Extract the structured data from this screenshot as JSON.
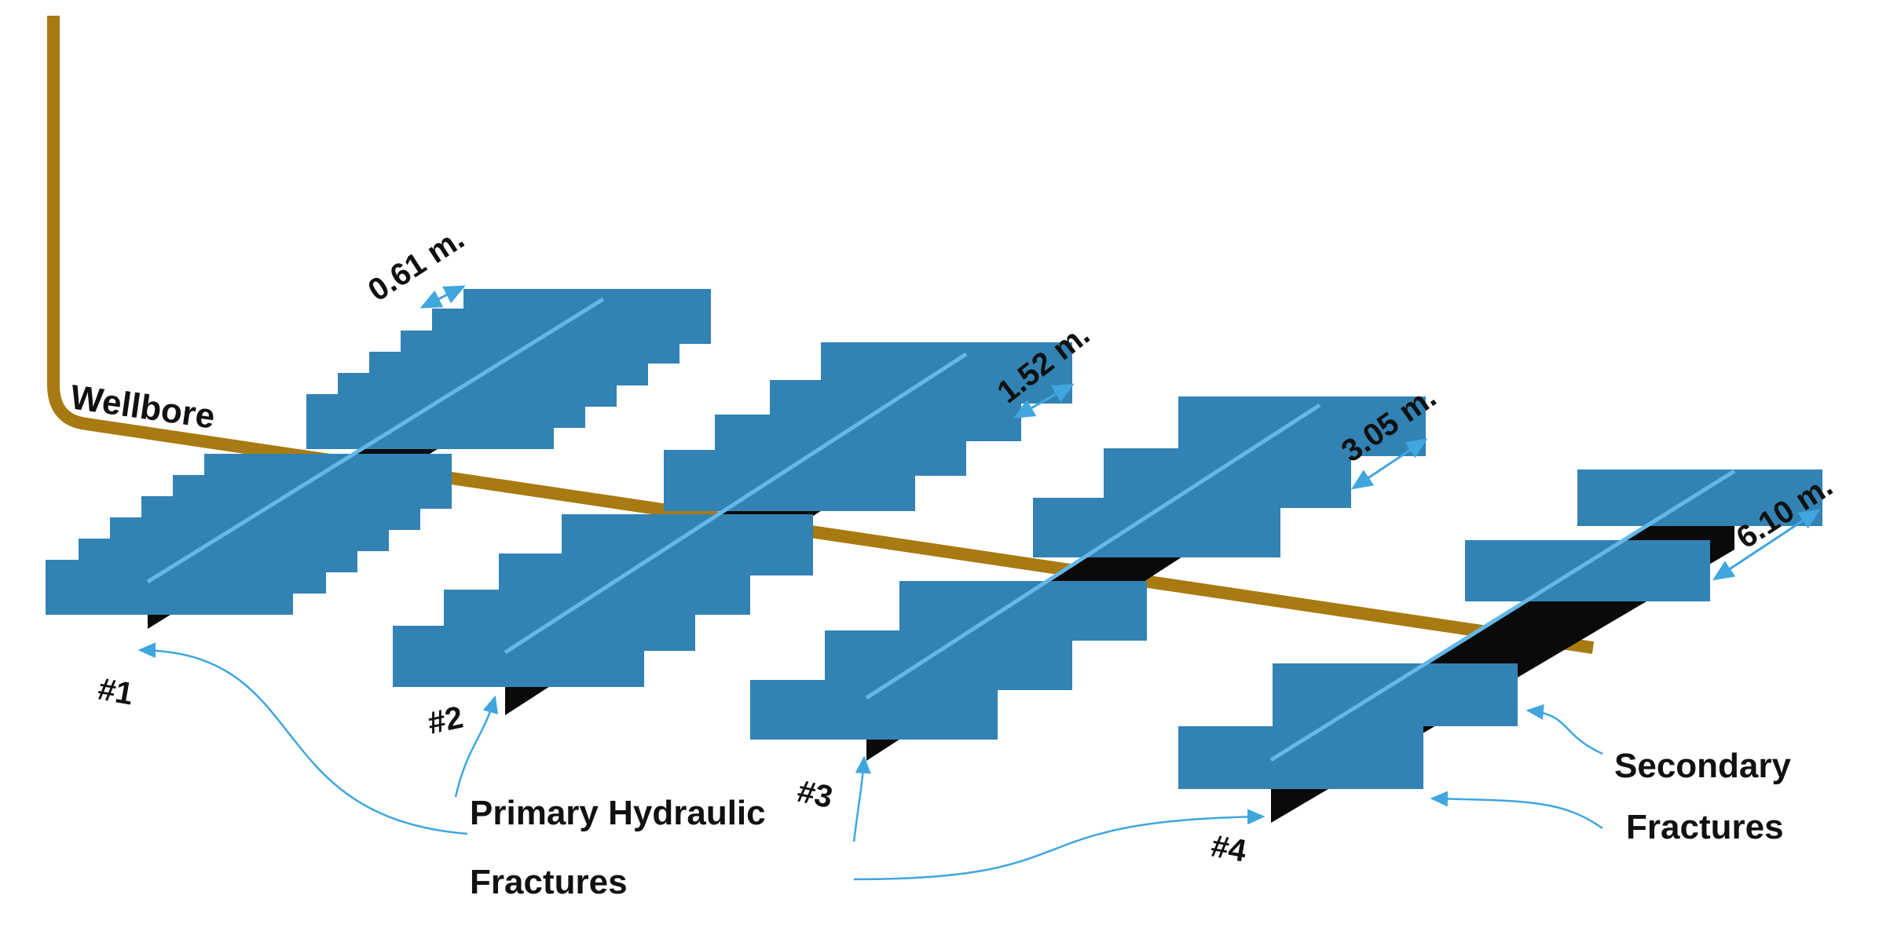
{
  "labels": {
    "wellbore": "Wellbore",
    "primary_line1": "Primary Hydraulic",
    "primary_line2": "Fractures",
    "secondary_line1": "Secondary",
    "secondary_line2": "Fractures"
  },
  "stages": [
    {
      "id": "#1",
      "spacing": "0.61 m."
    },
    {
      "id": "#2",
      "spacing": "1.52 m."
    },
    {
      "id": "#3",
      "spacing": "3.05 m."
    },
    {
      "id": "#4",
      "spacing": "6.10 m."
    }
  ],
  "colors": {
    "wellbore": "#A87A12",
    "fracture_face": "#3283B4",
    "fracture_edge": "#64B8E8",
    "primary_fracture_core": "#0A0A0A",
    "arrow": "#3FA6DE",
    "text": "#111111"
  }
}
